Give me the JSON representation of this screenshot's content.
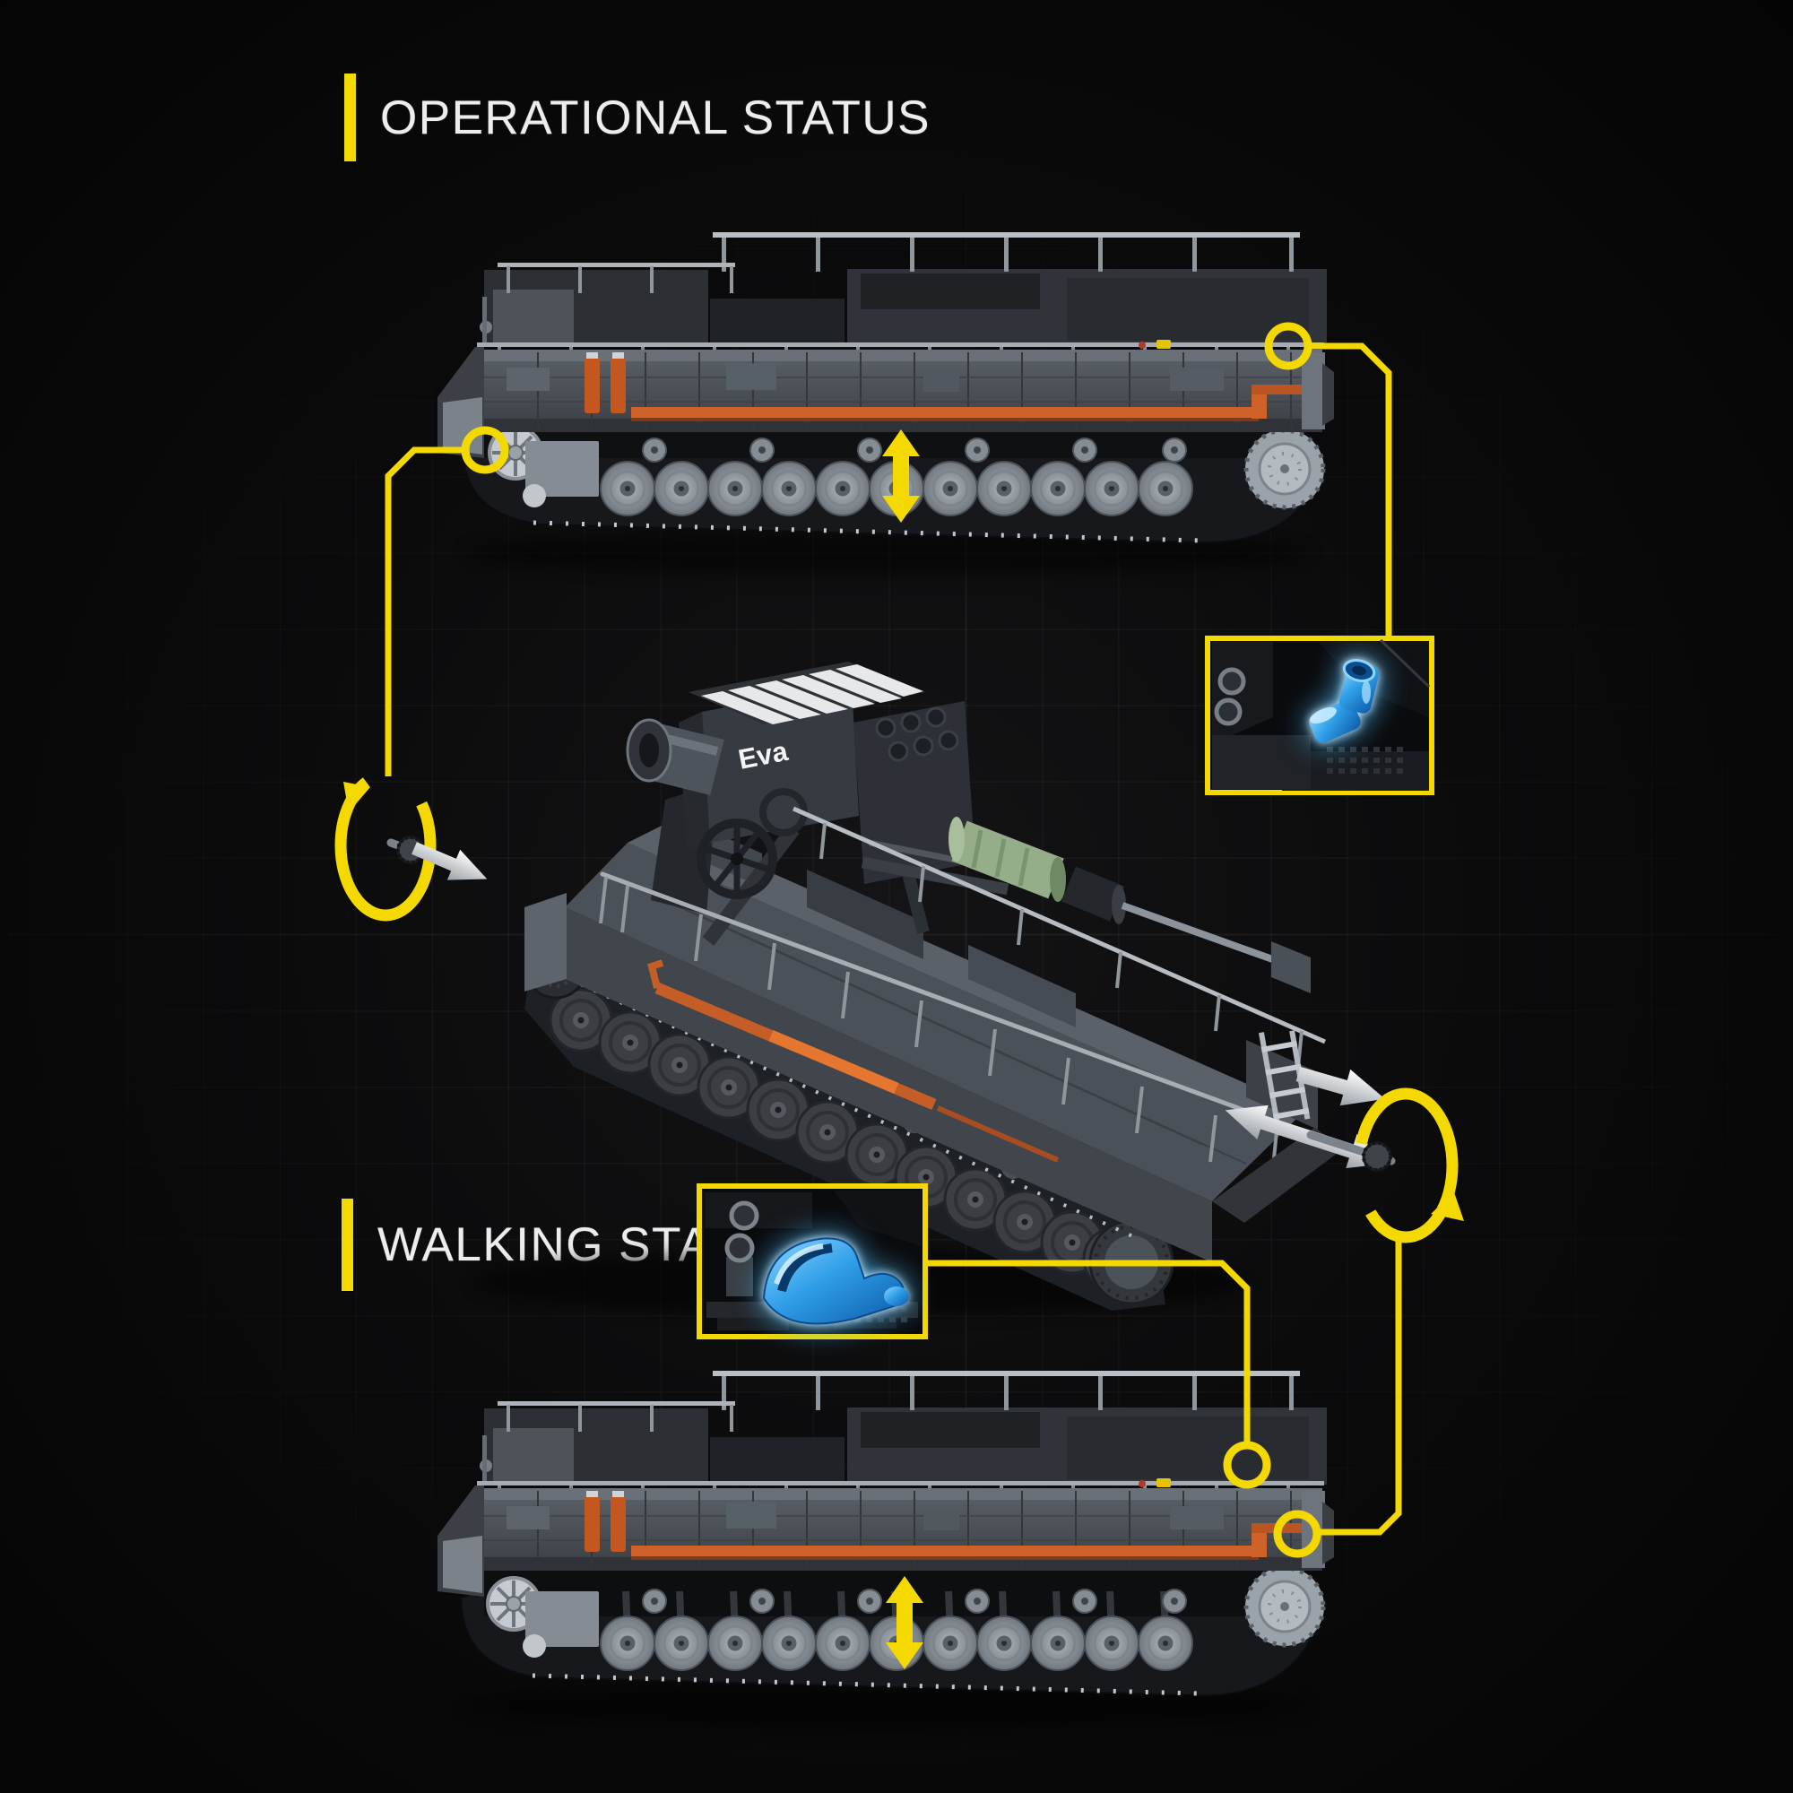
{
  "headings": {
    "operational": "OPERATIONAL STATUS",
    "walking": "WALKING STATE"
  },
  "model": {
    "turret_label": "Eva"
  },
  "colors": {
    "accent_yellow": "#f3d900",
    "glow_blue": "#2f9fe8",
    "pipe_orange": "#c96127",
    "shell_green": "#93ab85",
    "heading_text": "#ededed",
    "background": "#050505"
  },
  "views": {
    "top": {
      "name": "operational-status-side-view",
      "suspension": "lowered"
    },
    "middle": {
      "name": "assembled-model-three-quarter-view"
    },
    "bottom": {
      "name": "walking-state-side-view",
      "suspension": "raised"
    }
  },
  "callouts": [
    {
      "id": "upper",
      "part": "blue-elbow-connector"
    },
    {
      "id": "lower",
      "part": "blue-crank-lever"
    }
  ]
}
